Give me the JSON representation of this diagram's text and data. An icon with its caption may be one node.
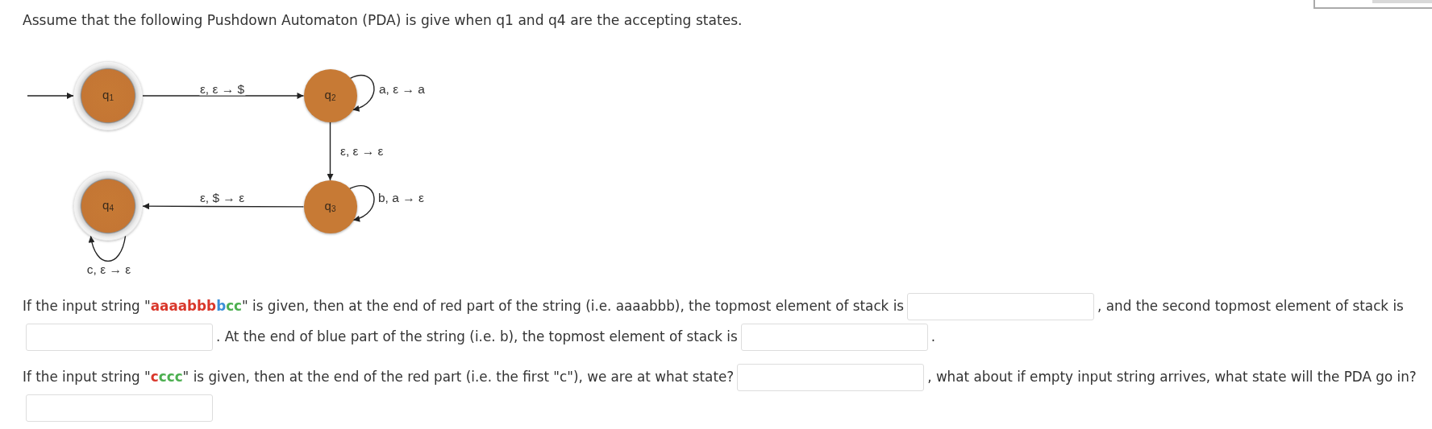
{
  "diagram": {
    "title": "Assume that the following Pushdown Automaton (PDA) is give when q1 and q4 are the accepting states.",
    "nodes": [
      {
        "text": [
          "q$_{1}$"
        ]
      },
      {
        "text": [
          "q$_{2}$"
        ]
      },
      {
        "text": [
          "q$_{4}$"
        ]
      },
      {
        "text": [
          "q$_{3}$"
        ]
      }
    ],
    "edges": [
      {
        "from": null,
        "to": 0,
        "arrow": "to"
      },
      {
        "from": 0,
        "to": 1,
        "label": "ε, ε → $",
        "arrow": "to"
      },
      {
        "from": 1,
        "to": 1,
        "label": "a, ε → a",
        "arrow": "to"
      },
      {
        "from": 1,
        "to": 3,
        "label": "ε, ε → ε",
        "arrow": "to"
      },
      {
        "from": 3,
        "to": 3,
        "label": "b, a → ε",
        "arrow": "to"
      },
      {
        "from": 3,
        "to": 2,
        "label": "ε, $ → ε",
        "arrow": "to"
      },
      {
        "from": 2,
        "to": 2,
        "label": "c, ε → ε",
        "arrow": "to"
      }
    ],
    "labels": [
      "If the input string \"**aaaabbb****b****cc**\" is given, then at the end of red part of the string (i.e. aaaabbb), the topmost element of stack is",
      ", and the second topmost element of stack is",
      ". At the end of blue part of the string (i.e. b), the topmost element of stack is",
      ".",
      "If the input string \"**c****ccc**\" is given, then at the end of the red part (i.e. the first \"c\"), we are at what state?",
      ", what about if empty input string arrives, what state will the PDA go in?"
    ]
  }
}
